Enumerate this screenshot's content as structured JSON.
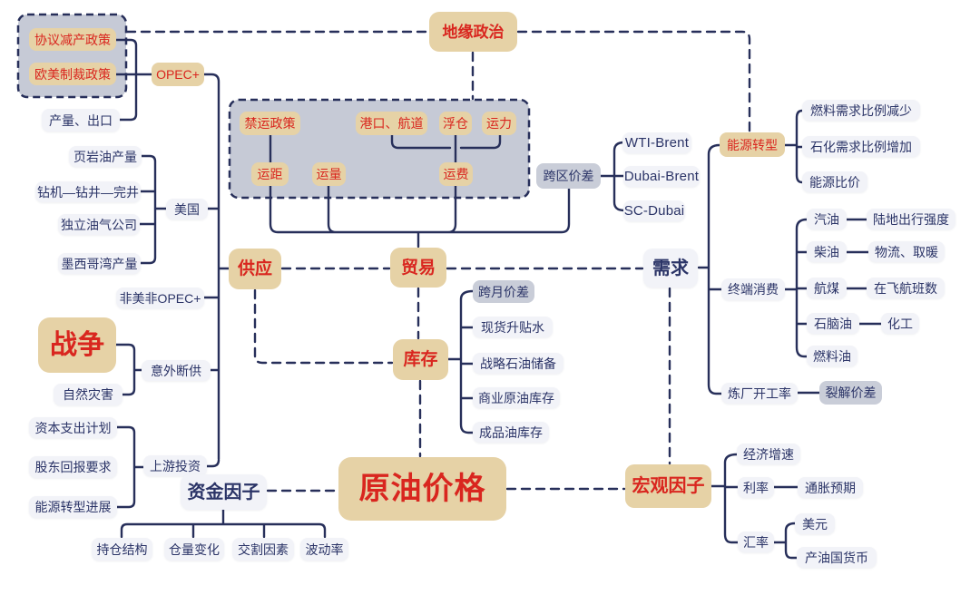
{
  "diagram": {
    "type": "mindmap",
    "root_label": "原油价格",
    "colors": {
      "tan_box": "#e6d2a6",
      "red_text": "#d9261f",
      "navy_line": "#272f5a",
      "light_box": "#f2f3f8",
      "gray_box": "#c9cdd8",
      "container_fill": "#c6cad6",
      "background": "#ffffff"
    }
  },
  "nodes": {
    "agreement_cut_policy": {
      "label": "协议减产政策"
    },
    "sanctions_policy": {
      "label": "欧美制裁政策"
    },
    "opec_plus": {
      "label": "OPEC+"
    },
    "output_export": {
      "label": "产量、出口"
    },
    "shale_output": {
      "label": "页岩油产量"
    },
    "rig_drill_complete": {
      "label": "钻机—钻井—完井"
    },
    "independent_producers": {
      "label": "独立油气公司"
    },
    "gulf_output": {
      "label": "墨西哥湾产量"
    },
    "usa": {
      "label": "美国"
    },
    "non_us_non_opec": {
      "label": "非美非OPEC+"
    },
    "war": {
      "label": "战争"
    },
    "natural_disaster": {
      "label": "自然灾害"
    },
    "supply_disruption": {
      "label": "意外断供"
    },
    "capex_plan": {
      "label": "资本支出计划"
    },
    "shareholder_return": {
      "label": "股东回报要求"
    },
    "energy_transition_progress": {
      "label": "能源转型进展"
    },
    "upstream_investment": {
      "label": "上游投资"
    },
    "funding_factor": {
      "label": "资金因子"
    },
    "position_structure": {
      "label": "持仓结构"
    },
    "volume_change": {
      "label": "仓量变化"
    },
    "delivery_factor": {
      "label": "交割因素"
    },
    "volatility": {
      "label": "波动率"
    },
    "geopolitics": {
      "label": "地缘政治"
    },
    "embargo_policy": {
      "label": "禁运政策"
    },
    "ports_channels": {
      "label": "港口、航道"
    },
    "floating_storage": {
      "label": "浮仓"
    },
    "shipping_capacity": {
      "label": "运力"
    },
    "shipping_distance": {
      "label": "运距"
    },
    "shipping_volume": {
      "label": "运量"
    },
    "freight_cost": {
      "label": "运费"
    },
    "supply": {
      "label": "供应"
    },
    "trade": {
      "label": "贸易"
    },
    "inventory": {
      "label": "库存"
    },
    "demand": {
      "label": "需求"
    },
    "regional_spread": {
      "label": "跨区价差"
    },
    "wti_brent": {
      "label": "WTI-Brent"
    },
    "dubai_brent": {
      "label": "Dubai-Brent"
    },
    "sc_dubai": {
      "label": "SC-Dubai"
    },
    "monthly_spread": {
      "label": "跨月价差"
    },
    "spot_premium": {
      "label": "现货升贴水"
    },
    "strategic_reserve": {
      "label": "战略石油储备"
    },
    "commercial_inventory": {
      "label": "商业原油库存"
    },
    "product_inventory": {
      "label": "成品油库存"
    },
    "crude_oil_price": {
      "label": "原油价格"
    },
    "energy_transition": {
      "label": "能源转型"
    },
    "fuel_demand_down": {
      "label": "燃料需求比例减少"
    },
    "petchem_demand_up": {
      "label": "石化需求比例增加"
    },
    "energy_price_ratio": {
      "label": "能源比价"
    },
    "end_consumption": {
      "label": "终端消费"
    },
    "gasoline": {
      "label": "汽油"
    },
    "land_travel": {
      "label": "陆地出行强度"
    },
    "diesel": {
      "label": "柴油"
    },
    "logistics_heating": {
      "label": "物流、取暖"
    },
    "jet_fuel": {
      "label": "航煤"
    },
    "flights": {
      "label": "在飞航班数"
    },
    "naphtha": {
      "label": "石脑油"
    },
    "chemicals": {
      "label": "化工"
    },
    "fuel_oil": {
      "label": "燃料油"
    },
    "refinery_run_rate": {
      "label": "炼厂开工率"
    },
    "crack_spread": {
      "label": "裂解价差"
    },
    "macro_factor": {
      "label": "宏观因子"
    },
    "economic_growth": {
      "label": "经济增速"
    },
    "interest_rate": {
      "label": "利率"
    },
    "inflation_expectation": {
      "label": "通胀预期"
    },
    "exchange_rate": {
      "label": "汇率"
    },
    "us_dollar": {
      "label": "美元"
    },
    "producer_currency": {
      "label": "产油国货币"
    }
  }
}
